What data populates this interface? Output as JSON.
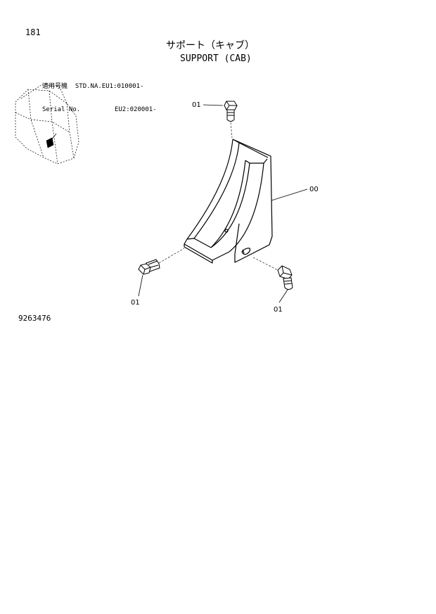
{
  "page": {
    "page_number": "181",
    "title_jp": "サポート（キャブ）",
    "title_en": "SUPPORT (CAB)"
  },
  "serial_info": {
    "label_jp": "適用号機",
    "label_en": "Serial No.",
    "std_model": "STD.NA.",
    "range_1": "EU1:010001-",
    "range_2": "EU2:020001-"
  },
  "callouts": {
    "bolt_top": "01",
    "support": "00",
    "bolt_left": "01",
    "bolt_right": "01"
  },
  "part_number": "9263476"
}
